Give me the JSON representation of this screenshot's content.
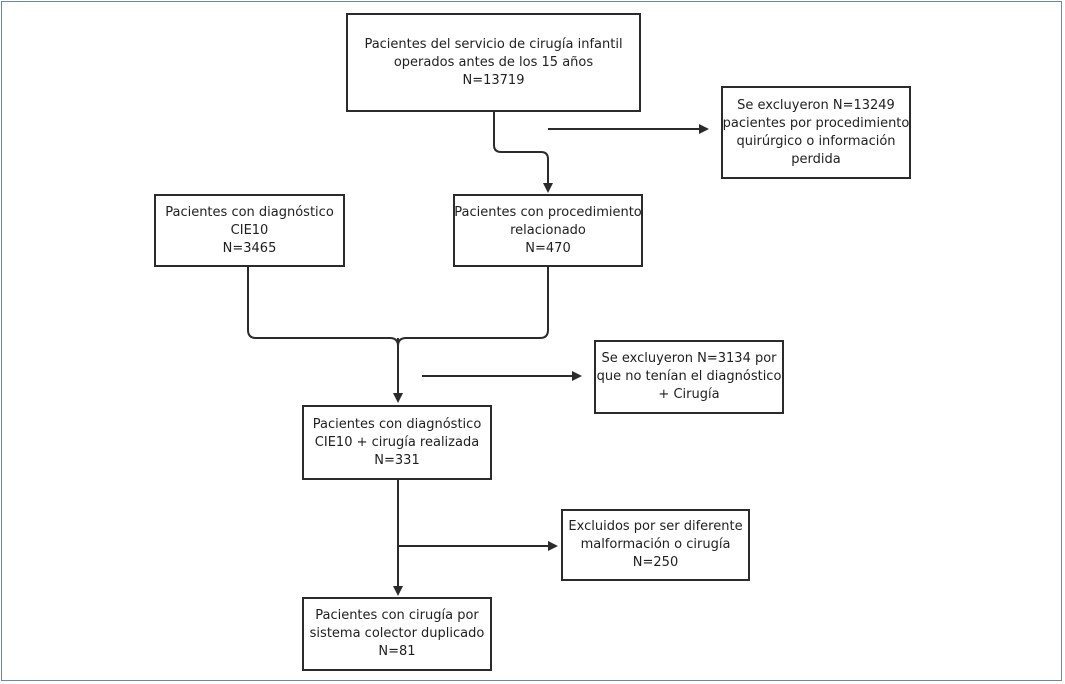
{
  "nodes": {
    "total": [
      "Pacientes del servicio de cirugía infantil",
      "operados antes de los 15 años",
      "N=13719"
    ],
    "excl1": [
      "Se excluyeron N=13249",
      "pacientes por procedimiento",
      "quirúrgico o información",
      "perdida"
    ],
    "dx": [
      "Pacientes con diagnóstico",
      "CIE10",
      "N=3465"
    ],
    "proc": [
      "Pacientes con procedimiento",
      "relacionado",
      "N=470"
    ],
    "excl2": [
      "Se excluyeron N=3134 por",
      "que no tenían el diagnóstico",
      "+ Cirugía"
    ],
    "dxsurg": [
      "Pacientes con diagnóstico",
      "CIE10 + cirugía realizada",
      "N=331"
    ],
    "excl3": [
      "Excluidos por ser diferente",
      "malformación o cirugía",
      "N=250"
    ],
    "final": [
      "Pacientes con cirugía por",
      "sistema colector duplicado",
      "N=81"
    ]
  }
}
